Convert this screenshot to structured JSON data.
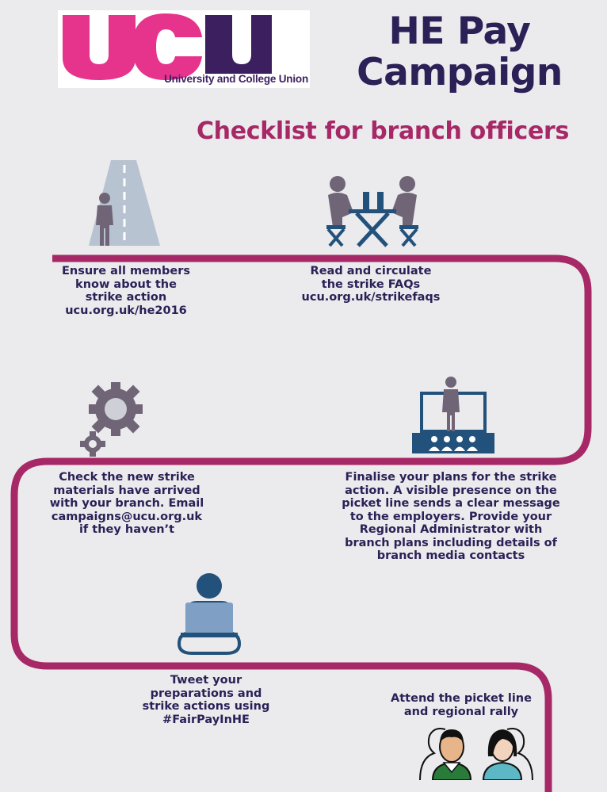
{
  "logo": {
    "letters": "ucu",
    "tagline": "University and College Union",
    "colors": {
      "pink": "#e6338c",
      "purple": "#3b1f5e"
    }
  },
  "header": {
    "title": "HE Pay\nCampaign",
    "subtitle": "Checklist for branch officers"
  },
  "steps": [
    {
      "text": "Ensure all members\nknow about the\nstrike action\nucu.org.uk/he2016",
      "icon": "road-person-icon"
    },
    {
      "text": "Read and circulate\nthe strike FAQs\nucu.org.uk/strikefaqs",
      "icon": "meeting-table-icon"
    },
    {
      "text": "Check the new strike\nmaterials have arrived\nwith your branch. Email\ncampaigns@ucu.org.uk\nif they haven’t",
      "icon": "gears-icon"
    },
    {
      "text": "Finalise your plans for the strike\naction. A visible presence on the\npicket line sends a clear message\nto the employers. Provide your\nRegional Administrator with\nbranch plans including details of\nbranch media contacts",
      "icon": "presentation-icon"
    },
    {
      "text": "Tweet your\npreparations and\nstrike actions using\n#FairPayInHE",
      "icon": "laptop-person-icon"
    },
    {
      "text": "Attend the picket line\nand regional rally",
      "icon": "people-icon"
    }
  ],
  "colors": {
    "background": "#ebeaec",
    "route": "#a72866",
    "heading": "#2b2157",
    "subtitle": "#a72866",
    "icon_grey": "#6f6577",
    "icon_blue": "#22517b"
  }
}
